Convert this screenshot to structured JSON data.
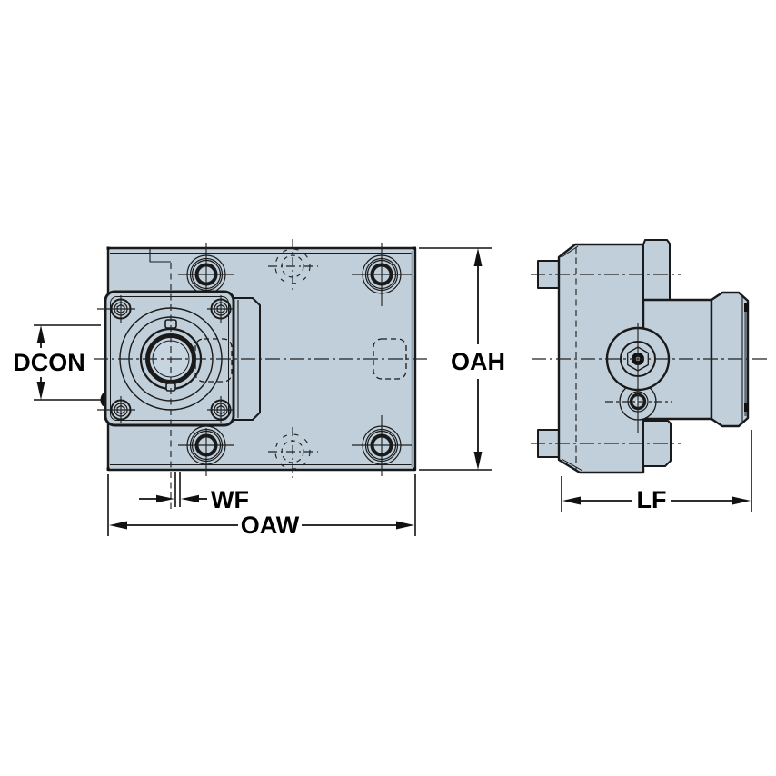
{
  "drawing": {
    "type": "engineering-dimension-drawing",
    "labels": {
      "dcon": "DCON",
      "oah": "OAH",
      "wf": "WF",
      "oaw": "OAW",
      "lf": "LF"
    },
    "colors": {
      "background": "#ffffff",
      "body_fill": "#c0cfda",
      "bore_fill": "#c7d5e0",
      "outline": "#1a1a1a",
      "centerline": "#222222",
      "dimension": "#111111",
      "edge_shading": "#93a7b4"
    }
  }
}
